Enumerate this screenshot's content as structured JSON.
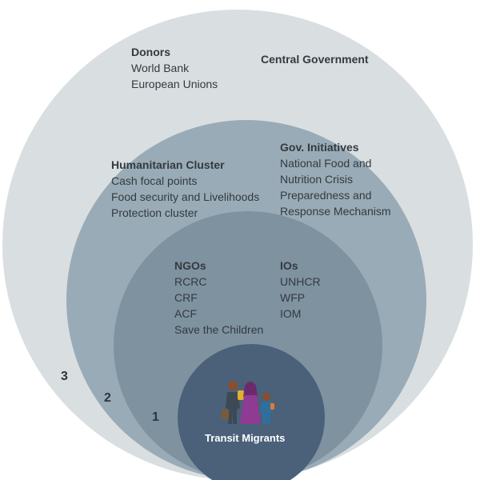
{
  "colors": {
    "ring3": "#d9dee1",
    "ring2": "#99abb6",
    "ring1": "#7f92a0",
    "core": "#4a6179",
    "text": "#333a40"
  },
  "rings": {
    "ring3": {
      "number": "3",
      "groups": {
        "donors": {
          "heading": "Donors",
          "items": [
            "World Bank",
            "European Unions"
          ]
        },
        "central_government": {
          "heading": "Central Government",
          "items": []
        }
      }
    },
    "ring2": {
      "number": "2",
      "groups": {
        "humanitarian_cluster": {
          "heading": "Humanitarian Cluster",
          "items": [
            "Cash focal points",
            "Food security and Livelihoods",
            "Protection cluster"
          ]
        },
        "gov_initiatives": {
          "heading": "Gov. Initiatives",
          "items": [
            "National Food and",
            "Nutrition Crisis",
            "Preparedness and",
            "Response Mechanism"
          ]
        }
      }
    },
    "ring1": {
      "number": "1",
      "groups": {
        "ngos": {
          "heading": "NGOs",
          "items": [
            "RCRC",
            "CRF",
            "ACF",
            "Save the Children"
          ]
        },
        "ios": {
          "heading": "IOs",
          "items": [
            "UNHCR",
            "WFP",
            "IOM"
          ]
        }
      }
    },
    "core": {
      "label": "Transit Migrants",
      "icon": "migrant-family-icon"
    }
  }
}
